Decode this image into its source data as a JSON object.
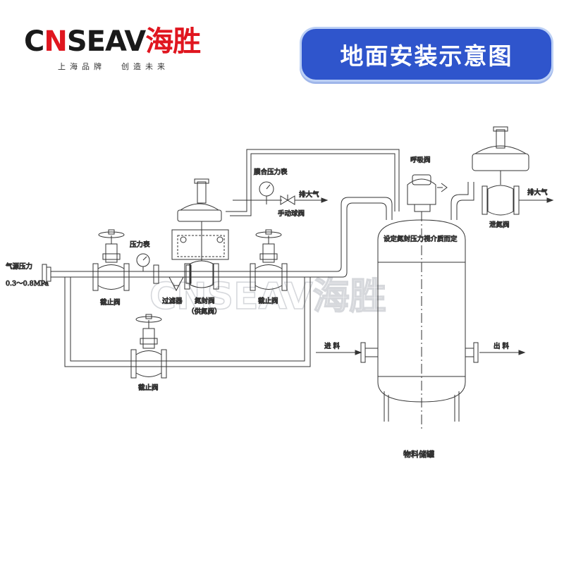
{
  "brand": {
    "name_dark_1": "C",
    "name_red": "N",
    "name_dark_2": "SEAV",
    "name_cn": "海胜",
    "tagline_1": "上海品牌",
    "tagline_2": "创造未来",
    "primary_color": "#e0161f",
    "text_color": "#1a1a1a"
  },
  "title": {
    "text": "地面安装示意图",
    "badge_color": "#2f55cc"
  },
  "labels": {
    "gas_source_pressure": "气源压力",
    "gas_source_range": "0.3～0.8MPa",
    "pressure_gauge": "压力表",
    "globe_valve_left": "截止阀",
    "filter": "过滤器",
    "nitrogen_seal_valve": "氮封阀",
    "nitrogen_supply_valve": "（供氮阀）",
    "globe_valve_right": "截止阀",
    "globe_valve_bottom": "截止阀",
    "diaphragm_gauge": "膜合压力表",
    "vent_to_atmosphere_1": "排大气",
    "manual_ball_valve": "手动球阀",
    "breather_valve": "呼吸阀",
    "vent_to_atmosphere_2": "排大气",
    "nitrogen_release_valve": "泄氮阀",
    "set_pressure_note": "设定氮封压力视介质而定",
    "inlet": "进 料",
    "outlet": "出 料",
    "tank": "物料储罐"
  },
  "watermark": {
    "text": "CNSEAV海胜"
  }
}
